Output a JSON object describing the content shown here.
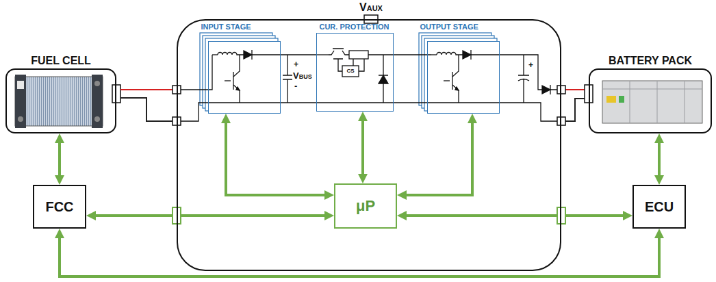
{
  "diagram": {
    "nodes": [
      {
        "text": [
          "FUEL CELL"
        ]
      },
      {
        "text": [
          "VAUX"
        ]
      },
      {
        "text": [
          "INPUT STAGE"
        ],
        "in": 1
      },
      {
        "text": [
          "CUR. PROTECTION"
        ],
        "in": 1
      },
      {
        "text": [
          "OUTPUT STAGE"
        ],
        "in": 1
      },
      {
        "text": [
          "μP"
        ],
        "in": 1
      },
      {
        "text": [
          "BATTERY PACK"
        ]
      },
      {
        "text": [
          "FCC"
        ]
      },
      {
        "text": [
          "ECU"
        ]
      }
    ],
    "edges": [
      {
        "from": 0,
        "to": 7,
        "arrow": "both"
      },
      {
        "from": 7,
        "to": 5,
        "arrow": "both"
      },
      {
        "from": 5,
        "to": 8,
        "arrow": "both"
      },
      {
        "from": 8,
        "to": 6,
        "arrow": "both"
      },
      {
        "from": 7,
        "to": 8,
        "arrow": "both"
      },
      {
        "from": 2,
        "to": 5,
        "arrow": "both"
      },
      {
        "from": 3,
        "to": 5,
        "arrow": "both"
      },
      {
        "from": 4,
        "to": 5,
        "arrow": "both"
      }
    ],
    "labels": [
      "VBUS",
      "+",
      "-",
      "CS",
      "+"
    ]
  }
}
